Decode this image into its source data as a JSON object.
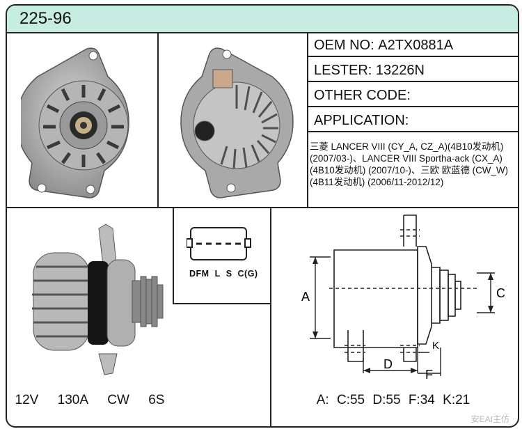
{
  "part_code": "225-96",
  "oem": {
    "label": "OEM NO:",
    "value": "A2TX0881A"
  },
  "lester": {
    "label": "LESTER:",
    "value": "13226N"
  },
  "other_code": {
    "label": "OTHER CODE:"
  },
  "application": {
    "label": "APPLICATION:",
    "text": "三菱 LANCER VIII (CY_A, CZ_A)(4B10发动机) (2007/03-)、LANCER VIII Sportha-ack (CX_A) (4B10发动机) (2007/10-)、三欧 欧蓝德 (CW_W)(4B11发动机) (2006/11-2012/12)"
  },
  "specs": [
    "12V",
    "130A",
    "CW",
    "6S"
  ],
  "plug_pins": [
    "DFM",
    "L",
    "S",
    "C(G)"
  ],
  "dimension_letters": {
    "a": "A",
    "c": "C",
    "d": "D",
    "f": "F",
    "k": "K"
  },
  "dimensions": [
    "A:",
    "C:55",
    "D:55",
    "F:34",
    "K:21"
  ],
  "watermark": "安EAI主仿",
  "colors": {
    "title_bar": "#c7ece2",
    "border": "#222222"
  }
}
